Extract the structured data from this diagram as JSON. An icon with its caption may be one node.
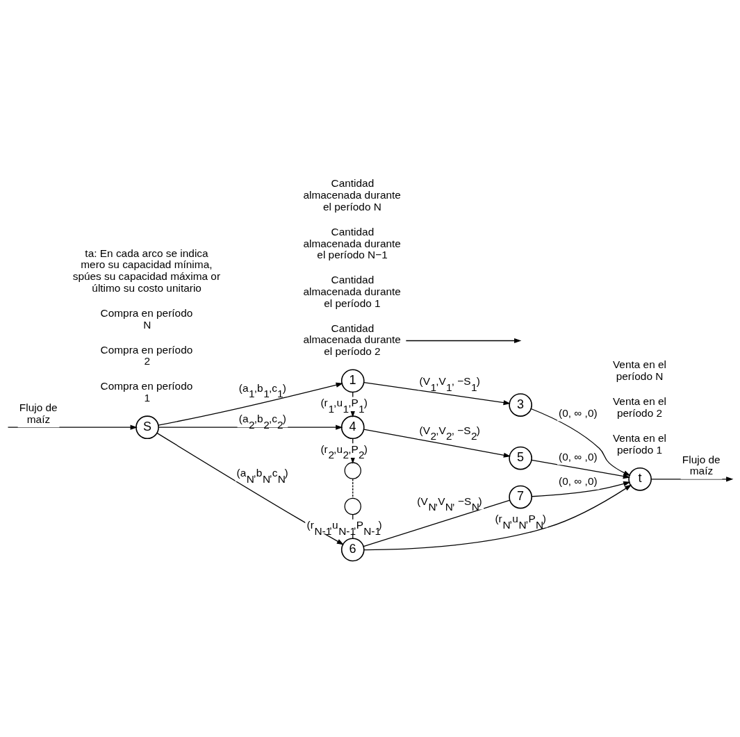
{
  "diagram": {
    "nodes": [
      {
        "text": [
          "S"
        ]
      },
      {
        "text": [
          "1"
        ]
      },
      {
        "text": [
          "3"
        ]
      },
      {
        "text": [
          "4"
        ]
      },
      {
        "text": [
          "5"
        ]
      },
      {
        "text": [],
        "shape": "circle"
      },
      {
        "text": [],
        "shape": "circle"
      },
      {
        "text": [
          "6"
        ]
      },
      {
        "text": [
          "7"
        ]
      },
      {
        "text": [
          "t"
        ]
      },
      {
        "text": [
          "Cantidad almacenada durante el período 2"
        ]
      }
    ],
    "edges": [
      {
        "from": null,
        "to": 0,
        "arrow": "to",
        "label": "Flujo de maíz"
      },
      {
        "from": 0,
        "to": 1,
        "arrow": "to",
        "label": "(a$_{1}$,b$_{1}$,c$_{1}$)"
      },
      {
        "from": 0,
        "to": 3,
        "arrow": "to",
        "label": "(a$_{2}$,b$_{2}$,c$_{2}$)"
      },
      {
        "from": 0,
        "to": 7,
        "arrow": "to",
        "label": "(a$_{N}$,b$_{N}$,c$_{N}$)"
      },
      {
        "from": 1,
        "to": 2,
        "arrow": "to",
        "label": "(V$_{1}$,V$_{1}$, −S$_{1}$)"
      },
      {
        "from": 1,
        "to": 3,
        "arrow": "to",
        "label": "(r$_{1}$,u$_{1}$,P$_{1}$)"
      },
      {
        "from": 2,
        "to": 9,
        "arrow": "to",
        "label": "(0, ∞ ,0)"
      },
      {
        "from": 3,
        "to": 4,
        "arrow": "to",
        "label": "(V$_{2}$,V$_{2}$, −S$_{2}$)"
      },
      {
        "from": 3,
        "to": 5,
        "arrow": "to",
        "label": "(r$_{2}$,u$_{2}$,P$_{2}$)"
      },
      {
        "from": 4,
        "to": 9,
        "arrow": "to",
        "label": "(0, ∞ ,0)"
      },
      {
        "from": 5,
        "to": 6,
        "arrow": "none",
        "style": "dashed"
      },
      {
        "from": 6,
        "to": 7,
        "arrow": "none",
        "label": "(r$_{N-1}$,u$_{N-1}$,P$_{N-1}$)"
      },
      {
        "from": 7,
        "to": 8,
        "arrow": "none",
        "label": "(V$_{N}$,V$_{N}$, −S$_{N}$)"
      },
      {
        "from": 8,
        "to": 9,
        "arrow": "to",
        "label": "(0, ∞ ,0)"
      },
      {
        "from": 7,
        "to": 9,
        "arrow": "to",
        "label": "(r$_{N}$,u$_{N}$,P$_{N}$)"
      },
      {
        "from": 9,
        "to": null,
        "arrow": "to",
        "label": "Flujo de maíz"
      },
      {
        "from": 10,
        "to": null,
        "arrow": "to"
      }
    ],
    "labels": [
      "Venta en el período 1",
      "Compra en período 1",
      "Cantidad almacenada durante el período 1",
      "Venta en el período 2",
      "Compra en período 2",
      "Compra en período N",
      "Cantidad almacenada durante el período N−1",
      "Venta en el período N",
      "Cantidad almacenada durante el período N",
      "ta: En cada arco se indica mero su capacidad mínima, spúes su capacidad máxima or último su costo unitario"
    ]
  }
}
